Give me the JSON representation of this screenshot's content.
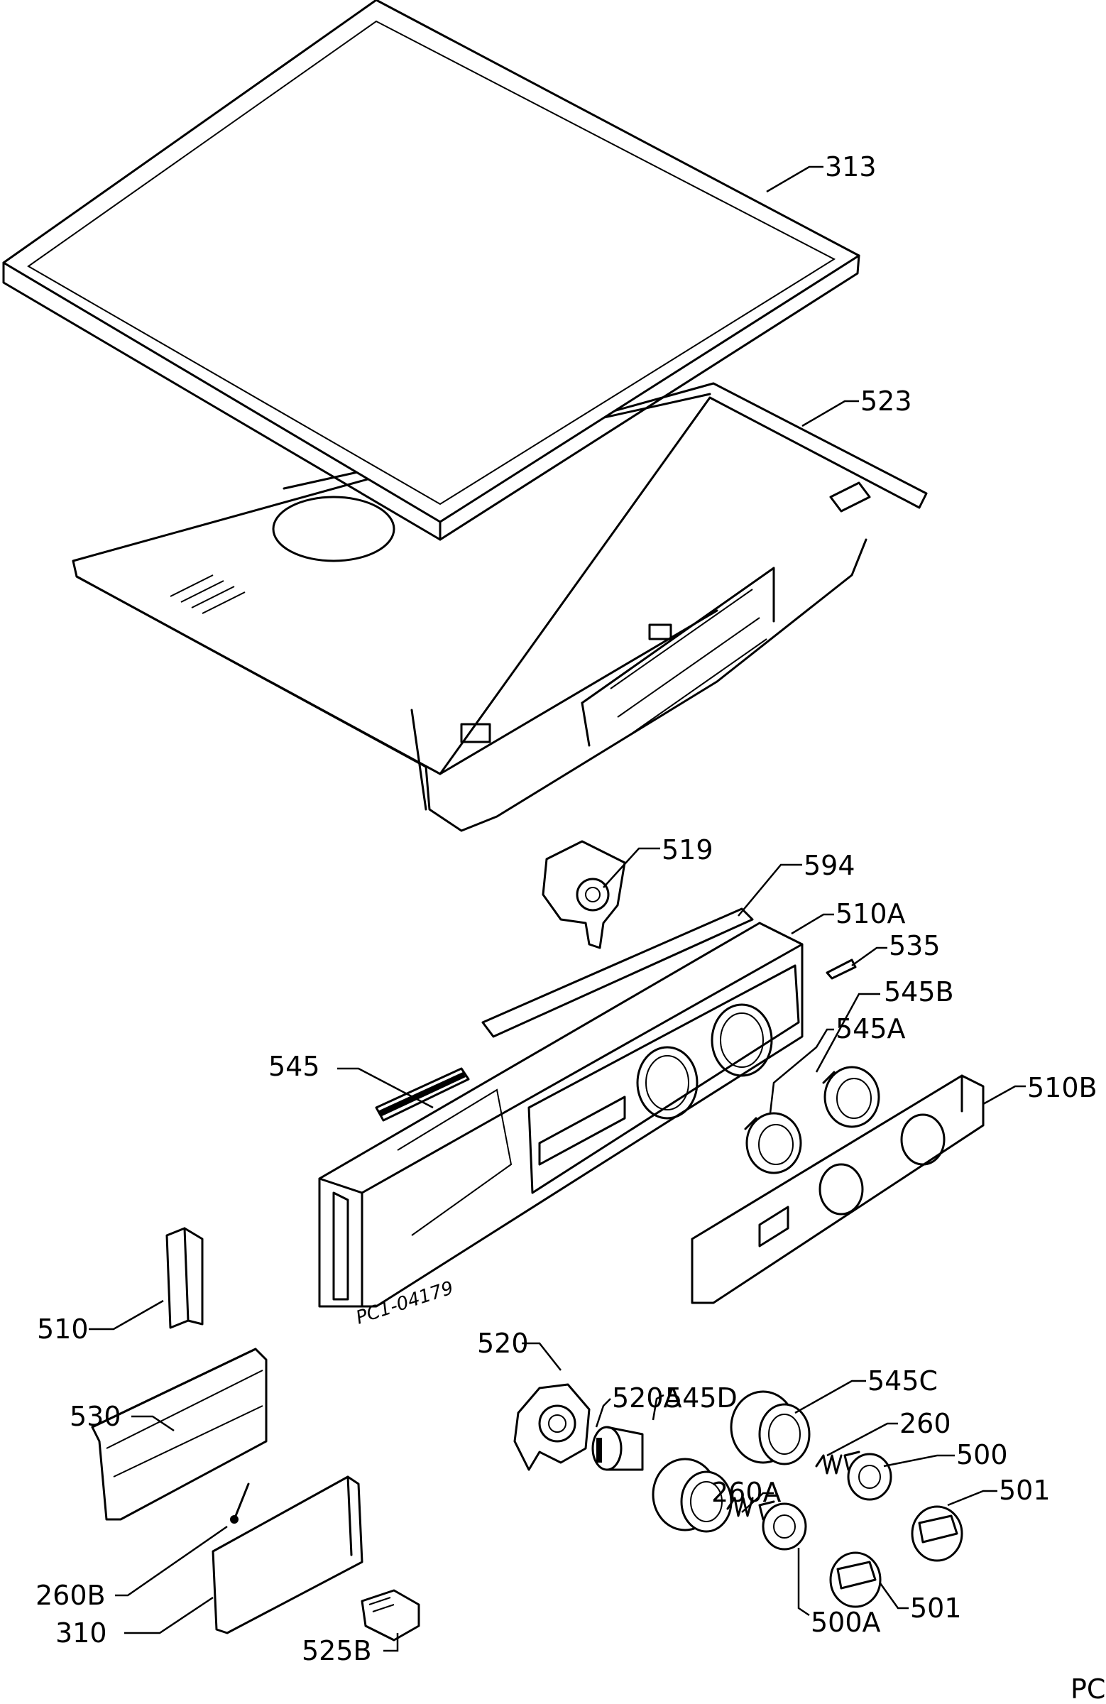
{
  "labels": {
    "l313": "313",
    "l523": "523",
    "l519": "519",
    "l594": "594",
    "l510A": "510A",
    "l535": "535",
    "l545B": "545B",
    "l545A": "545A",
    "l545": "545",
    "l510B": "510B",
    "l510": "510",
    "l520": "520",
    "l520A": "520A",
    "l545D": "545D",
    "l545C": "545C",
    "l260": "260",
    "l500": "500",
    "l530": "530",
    "l260A": "260A",
    "l501a": "501",
    "l260B": "260B",
    "l310": "310",
    "l501b": "501",
    "l500A": "500A",
    "l525B": "525B"
  },
  "drawing_code": "PC1-04179",
  "corner_text": "PC"
}
